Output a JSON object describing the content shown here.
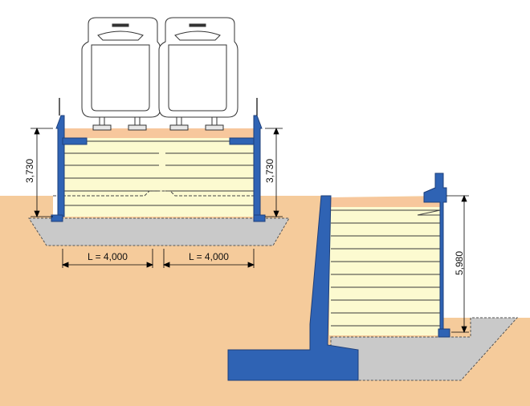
{
  "dimensions": {
    "left_height": "3,730",
    "middle_height": "3,730",
    "right_height": "5,980",
    "span_left": "L = 4,000",
    "span_right": "L = 4,000"
  },
  "colors": {
    "soil": "#F5CB9B",
    "foundation": "#C9C9C9",
    "fill": "#FCFAD0",
    "fill_line": "#3A3A3A",
    "wall_blue": "#2F63B4",
    "wall_dark": "#1E3F7A",
    "pavement": "#F7C79C",
    "line": "#000000"
  }
}
